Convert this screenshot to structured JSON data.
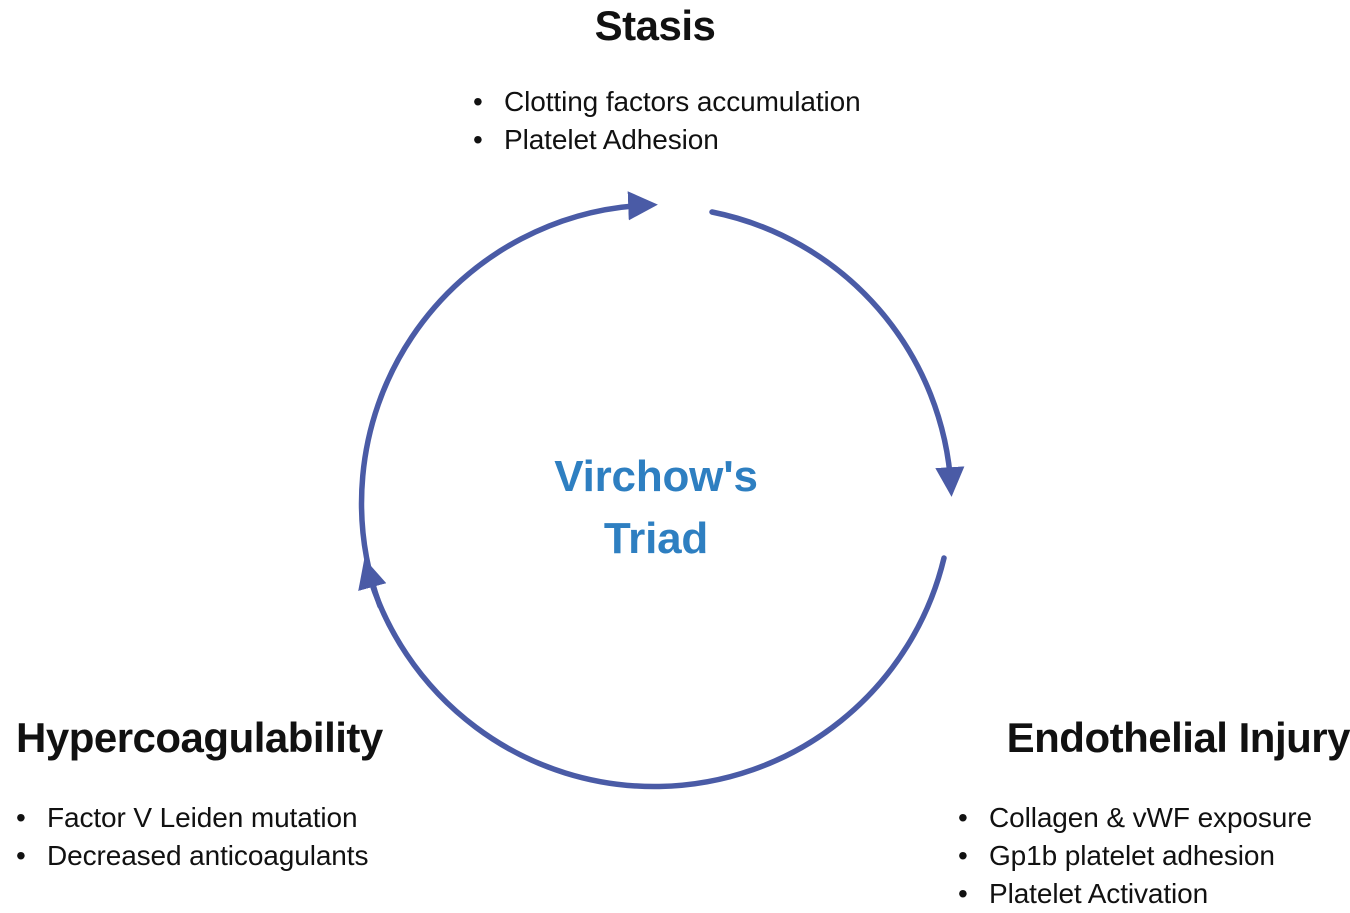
{
  "diagram": {
    "title": "Virchow's Triad",
    "center_label_lines": [
      "Virchow's",
      "Triad"
    ],
    "center_color": "#2e7fc1",
    "arrow_color": "#4a5ba6",
    "text_color": "#111111",
    "background": "#ffffff",
    "arrow_count": 3,
    "arrow_direction": "clockwise"
  },
  "nodes": [
    {
      "id": "stasis",
      "heading": "Stasis",
      "position": "top",
      "items": [
        "Clotting factors accumulation",
        "Platelet Adhesion"
      ]
    },
    {
      "id": "hypercoagulability",
      "heading": "Hypercoagulability",
      "position": "bottom-left",
      "items": [
        "Factor V Leiden mutation",
        "Decreased anticoagulants"
      ]
    },
    {
      "id": "endothelial-injury",
      "heading": "Endothelial Injury",
      "position": "bottom-right",
      "items": [
        "Collagen & vWF exposure",
        "Gp1b platelet adhesion",
        "Platelet Activation"
      ]
    }
  ],
  "bullet_glyph": "•"
}
